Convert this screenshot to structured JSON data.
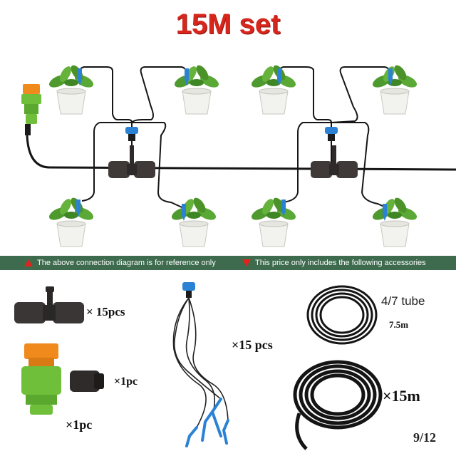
{
  "title": "15M set",
  "banner": {
    "left_text": "The above connection diagram is for reference only",
    "right_text": "This price only includes the following accessories"
  },
  "accessories": {
    "tee_qty": "× 15pcs",
    "dripper_qty": "×15 pcs",
    "faucet_adapter_qty": "×1pc",
    "end_plug_qty": "×1pc",
    "tube_small_label": "4/7  tube",
    "tube_small_length": "7.5m",
    "tube_large_qty": "×15m"
  },
  "page_number": "9/12",
  "colors": {
    "title": "#d8261c",
    "banner_bg": "#3e6b4e",
    "banner_marker": "#e0241b",
    "connector_green": "#6fbf3a",
    "connector_orange": "#f08a1c",
    "dripper_blue": "#2b82d4"
  }
}
